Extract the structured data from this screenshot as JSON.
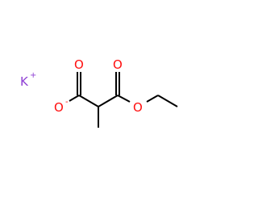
{
  "molecule": {
    "bond_color": "#000000",
    "cation": {
      "symbol": "K",
      "charge": "+",
      "color": "#8F40D4"
    },
    "oxygen": {
      "symbol": "O",
      "color": "#FF0D0D"
    },
    "carboxylate_charge": "-",
    "ester_single_oxygen": {
      "symbol": "O",
      "color": "#FF0D0D"
    }
  }
}
